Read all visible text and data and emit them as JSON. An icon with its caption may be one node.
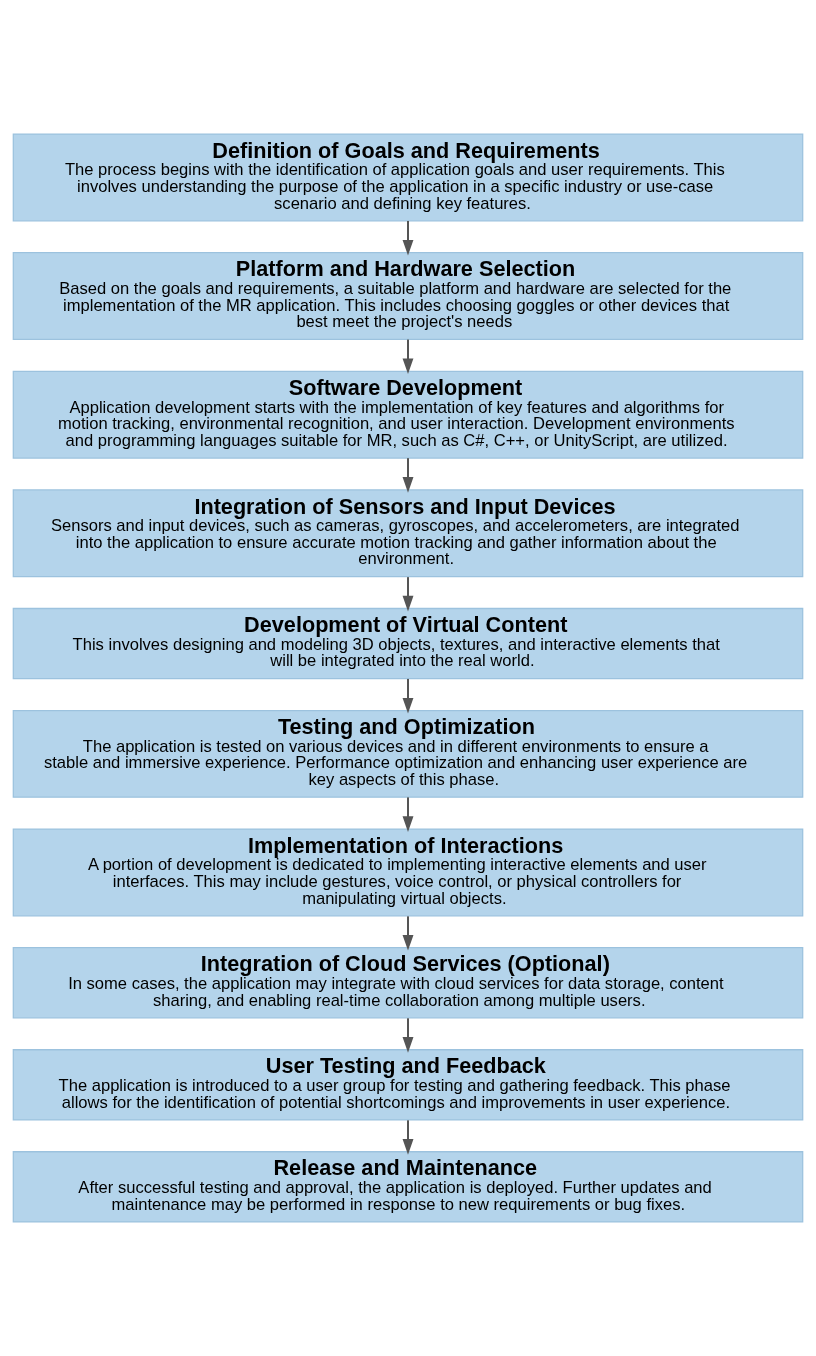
{
  "diagram": {
    "nodes": [
      {
        "text": [
          "Definition of Goals and Requirements",
          "The process begins with the identification of application goals and user requirements. This involves understanding the purpose of the application in a specific industry or use-case scenario and defining key features."
        ]
      },
      {
        "text": [
          "Platform and Hardware Selection",
          "Based on the goals and requirements, a suitable platform and hardware are selected for the implementation of the MR application. This includes choosing goggles or other devices that best meet the project's needs"
        ]
      },
      {
        "text": [
          "Software Development",
          "Application development starts with the implementation of key features and algorithms for motion tracking, environmental recognition, and user interaction. Development environments and programming languages suitable for MR, such as C#, C++, or UnityScript, are utilized."
        ]
      },
      {
        "text": [
          "Integration of Sensors and Input Devices",
          "Sensors and input devices, such as cameras, gyroscopes, and accelerometers, are integrated into the application to ensure accurate motion tracking and gather information about the environment."
        ]
      },
      {
        "text": [
          "Development of Virtual Content",
          "This involves designing and modeling 3D objects, textures, and interactive elements that will be integrated into the real world."
        ]
      },
      {
        "text": [
          "Testing and Optimization",
          "The application is tested on various devices and in different environments to ensure a stable and immersive experience. Performance optimization and enhancing user experience are key aspects of this phase."
        ]
      },
      {
        "text": [
          "Implementation of Interactions",
          "A portion of development is dedicated to implementing interactive elements and user interfaces. This may include gestures, voice control, or physical controllers for manipulating virtual objects."
        ]
      },
      {
        "text": [
          "Integration of Cloud Services (Optional)",
          "In some cases, the application may integrate with cloud services for data storage, content sharing, and enabling real-time collaboration among multiple users."
        ]
      },
      {
        "text": [
          "User Testing and Feedback",
          "The application is introduced to a user group for testing and gathering feedback. This phase allows for the identification of potential shortcomings and improvements in user experience."
        ]
      },
      {
        "text": [
          "Release and Maintenance",
          "After successful testing and approval, the application is deployed. Further updates and maintenance may be performed in response to new requirements or bug fixes."
        ]
      }
    ],
    "edges": [
      {
        "from": 0,
        "to": 1,
        "arrow": "to"
      },
      {
        "from": 1,
        "to": 2,
        "arrow": "to"
      },
      {
        "from": 2,
        "to": 3,
        "arrow": "to"
      },
      {
        "from": 3,
        "to": 4,
        "arrow": "to"
      },
      {
        "from": 4,
        "to": 5,
        "arrow": "to"
      },
      {
        "from": 5,
        "to": 6,
        "arrow": "to"
      },
      {
        "from": 6,
        "to": 7,
        "arrow": "to"
      },
      {
        "from": 7,
        "to": 8,
        "arrow": "to"
      },
      {
        "from": 8,
        "to": 9,
        "arrow": "to"
      }
    ]
  }
}
